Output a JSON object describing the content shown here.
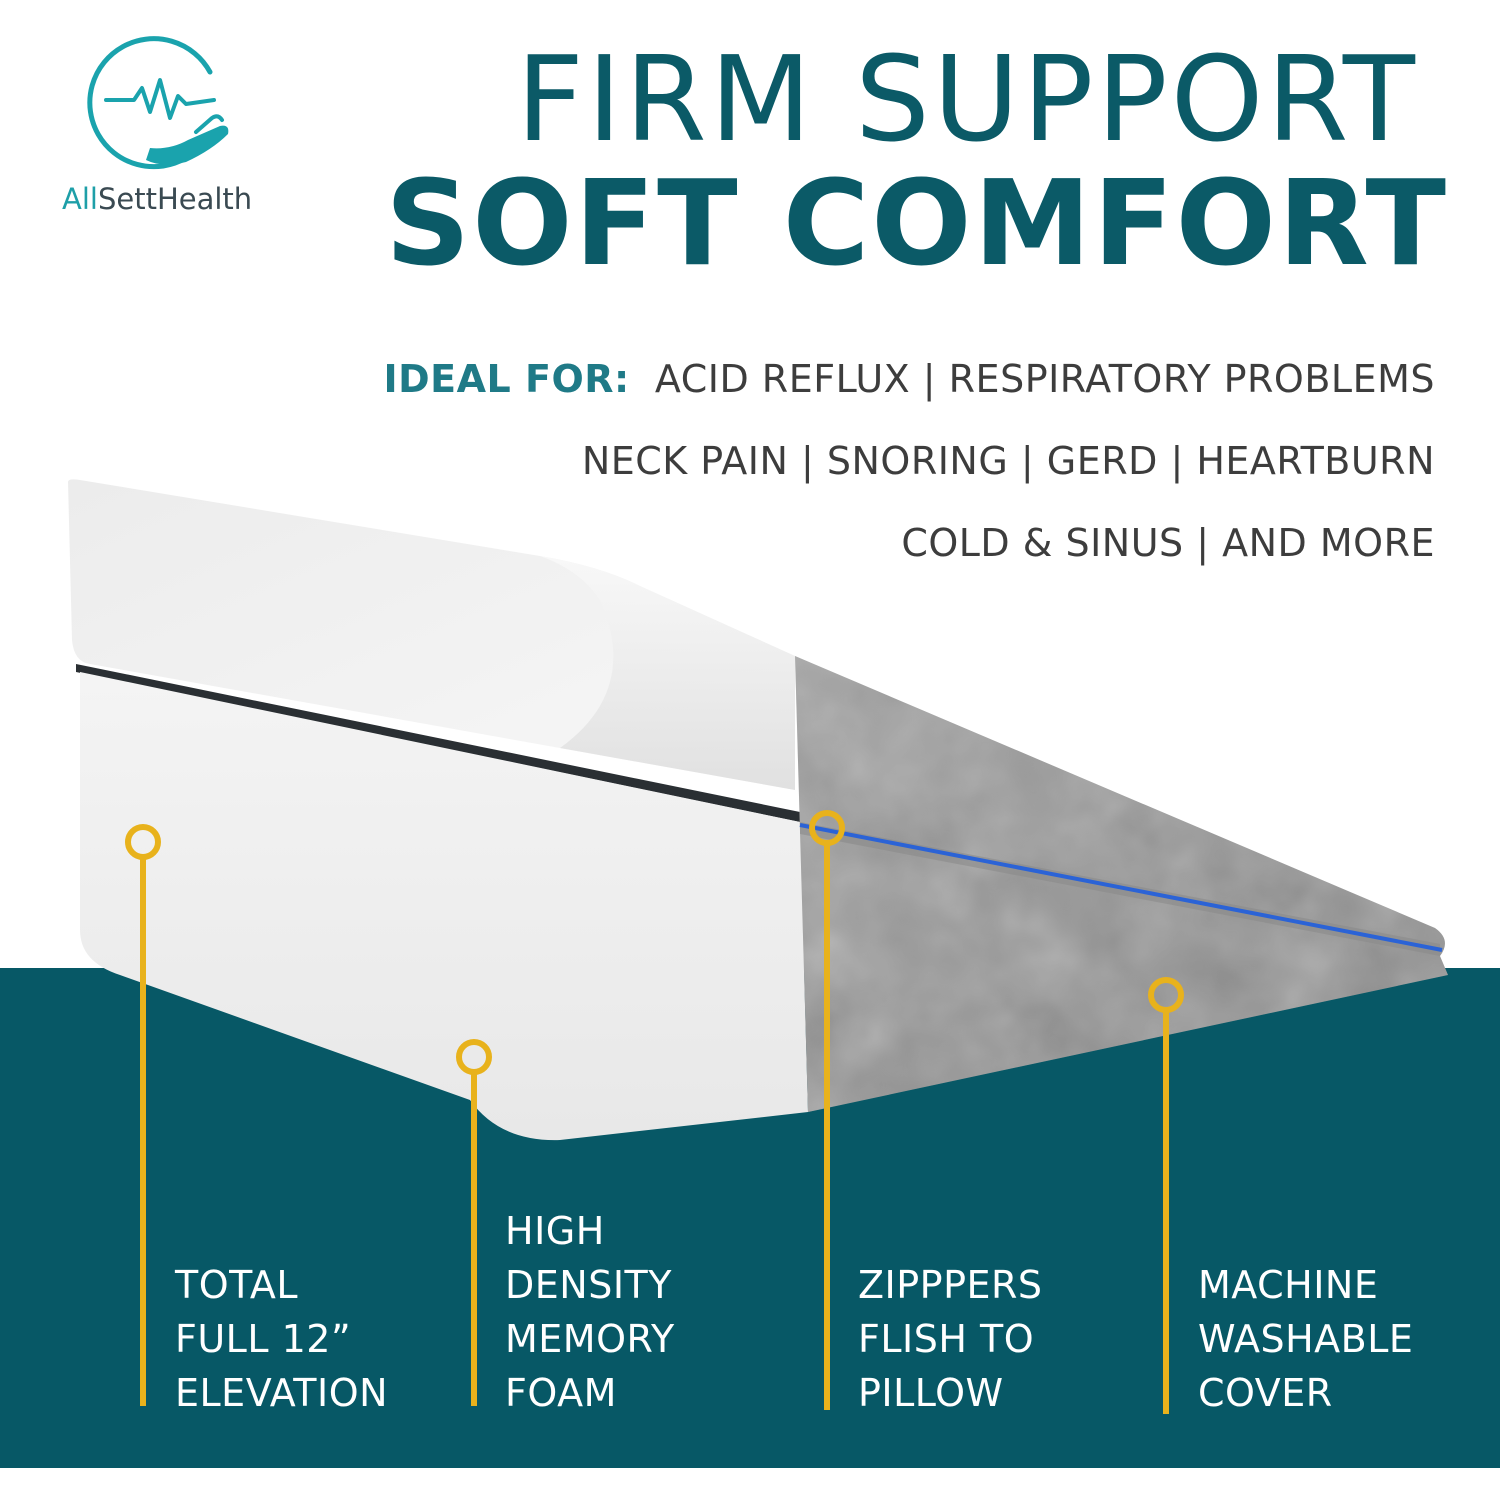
{
  "brand": {
    "name_prefix": "All",
    "name_rest": "SettHealth",
    "logo_icon": "heartbeat-hand-logo-icon"
  },
  "headline": {
    "line1": "FIRM SUPPORT",
    "line2": "SOFT COMFORT"
  },
  "ideal_for": {
    "label": "IDEAL FOR:",
    "lines": [
      "ACID REFLUX | RESPIRATORY PROBLEMS",
      "NECK PAIN | SNORING | GERD | HEARTBURN",
      "COLD & SINUS | AND MORE"
    ]
  },
  "features": [
    {
      "lines": [
        "TOTAL",
        "FULL 12”",
        "ELEVATION"
      ]
    },
    {
      "lines": [
        "HIGH",
        "DENSITY",
        "MEMORY",
        "FOAM"
      ]
    },
    {
      "lines": [
        "ZIPPPERS",
        "FLISH TO",
        "PILLOW"
      ]
    },
    {
      "lines": [
        "MACHINE",
        "WASHABLE",
        "COVER"
      ]
    }
  ],
  "colors": {
    "teal_dark": "#075866",
    "teal_text": "#0b5a67",
    "accent_teal": "#1f7a87",
    "callout_yellow": "#e8b21c",
    "zipper_blue": "#2b63d6",
    "foam_gray": "#9c9c9c"
  }
}
